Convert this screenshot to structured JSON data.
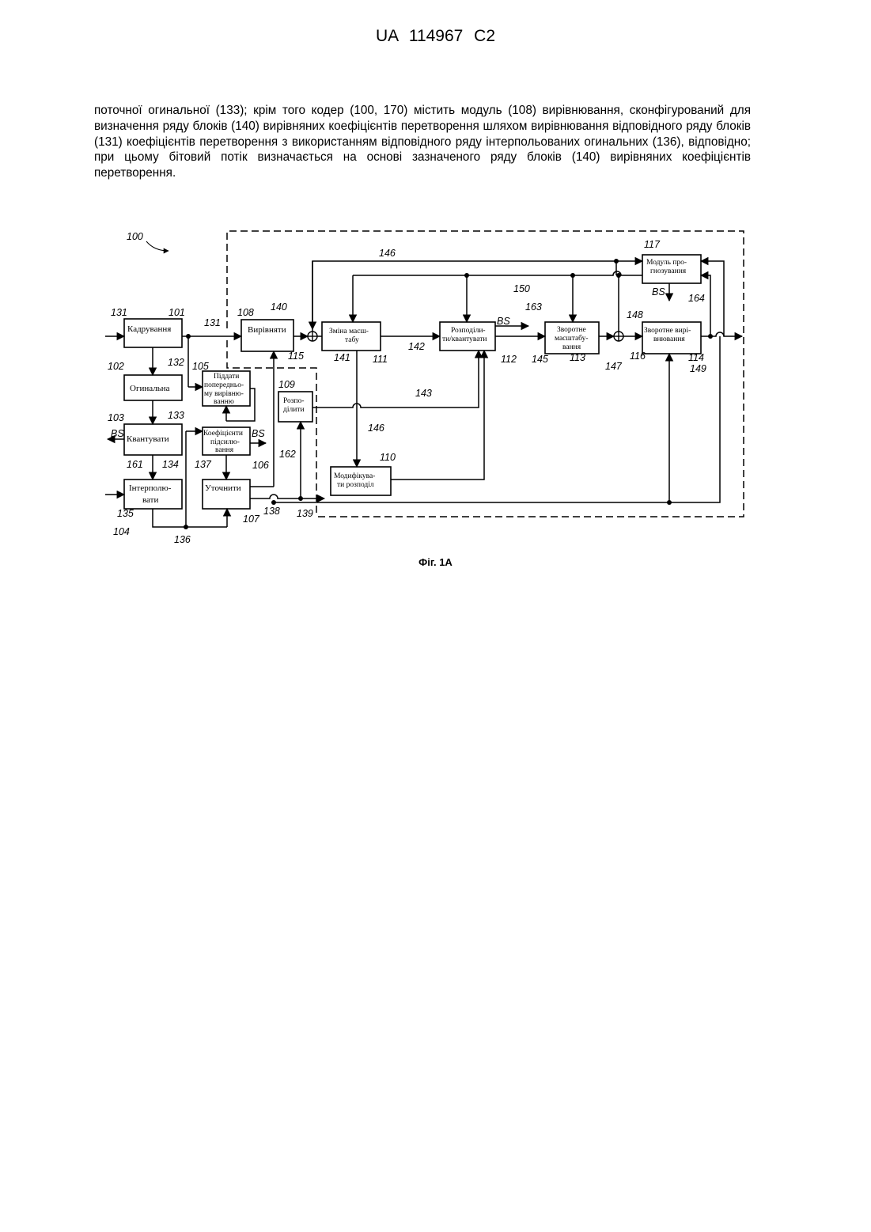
{
  "header": {
    "patent_number": "UA 114967 C2"
  },
  "body_text": "поточної огинальної (133); крім того кодер (100, 170) містить модуль (108) вирівнювання, сконфігурований для визначення ряду блоків (140) вирівняних коефіцієнтів перетворення шляхом вирівнювання відповідного ряду блоків (131) коефіцієнтів перетворення з використанням відповідного ряду інтерпольованих огинальних (136), відповідно; при цьому бітовий потік визначається на основі зазначеного ряду блоків (140) вирівняних коефіцієнтів перетворення.",
  "figure": {
    "caption": "Фіг. 1А",
    "blocks": {
      "framing": "Кадрування",
      "envelope": "Огинальна",
      "quantize": [
        "Квантувати"
      ],
      "interpolate": [
        "Інтерполю-",
        "вати"
      ],
      "pre_flatten": [
        "Піддати",
        "попередньо-",
        "му вирівню-",
        "ванню"
      ],
      "gain_coef": [
        "Коефіцієнти",
        "підсилю-",
        "вання"
      ],
      "refine": [
        "Уточнити"
      ],
      "flatten": "Вирівняти",
      "distribute": [
        "Розпо-",
        "ділити"
      ],
      "rescale": [
        "Зміна масш-",
        "табу"
      ],
      "modify_distribution": [
        "Модифікува-",
        "ти розподіл"
      ],
      "distribute_quantize": [
        "Розподіли-",
        "ти/квантувати"
      ],
      "inverse_rescale": [
        "Зворотне",
        "масштабу-",
        "вання"
      ],
      "prediction": [
        "Модуль про-",
        "гнозування"
      ],
      "inverse_flatten": [
        "Зворотне вирі-",
        "внювання"
      ]
    },
    "bs_label": "BS",
    "reference_numerals": [
      "100",
      "101",
      "102",
      "103",
      "104",
      "105",
      "106",
      "107",
      "108",
      "109",
      "110",
      "111",
      "112",
      "113",
      "114",
      "115",
      "116",
      "117",
      "131",
      "132",
      "133",
      "134",
      "135",
      "136",
      "137",
      "138",
      "139",
      "140",
      "141",
      "142",
      "143",
      "145",
      "146",
      "147",
      "148",
      "149",
      "150",
      "161",
      "162",
      "163",
      "164"
    ]
  }
}
